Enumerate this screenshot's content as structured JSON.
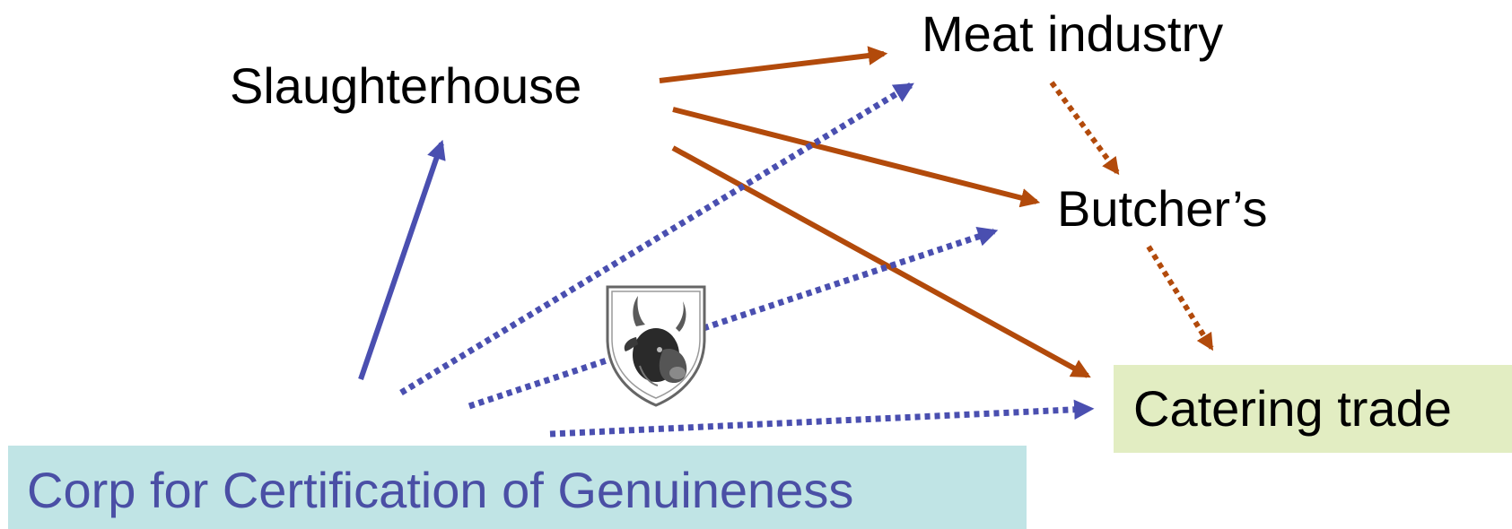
{
  "nodes": {
    "slaughterhouse": "Slaughterhouse",
    "meat_industry": "Meat industry",
    "butchers": "Butcher’s",
    "catering_trade": "Catering trade",
    "certification_corp": "Corp for Certification of Genuineness"
  },
  "edges": [
    {
      "from": "Slaughterhouse",
      "to": "Meat industry",
      "style": "solid",
      "color": "#b24a0b"
    },
    {
      "from": "Slaughterhouse",
      "to": "Butcher’s",
      "style": "solid",
      "color": "#b24a0b"
    },
    {
      "from": "Slaughterhouse",
      "to": "Catering trade",
      "style": "solid",
      "color": "#b24a0b"
    },
    {
      "from": "Meat industry",
      "to": "Butcher’s",
      "style": "dotted",
      "color": "#b24a0b"
    },
    {
      "from": "Butcher’s",
      "to": "Catering trade",
      "style": "dotted",
      "color": "#b24a0b"
    },
    {
      "from": "Corp for Certification of Genuineness",
      "to": "Slaughterhouse",
      "style": "solid",
      "color": "#4a4fb0"
    },
    {
      "from": "Corp for Certification of Genuineness",
      "to": "Meat industry",
      "style": "dotted",
      "color": "#4a4fb0"
    },
    {
      "from": "Corp for Certification of Genuineness",
      "to": "Butcher’s",
      "style": "dotted",
      "color": "#4a4fb0"
    },
    {
      "from": "Corp for Certification of Genuineness",
      "to": "Catering trade",
      "style": "dotted",
      "color": "#4a4fb0"
    }
  ],
  "seal": {
    "icon": "bull-head-shield-icon"
  },
  "colors": {
    "supply_arrow": "#b24a0b",
    "certification_arrow": "#4a4fb0",
    "catering_box": "#e2edc2",
    "corp_box": "#c0e4e5",
    "corp_text": "#4a4fa5"
  }
}
